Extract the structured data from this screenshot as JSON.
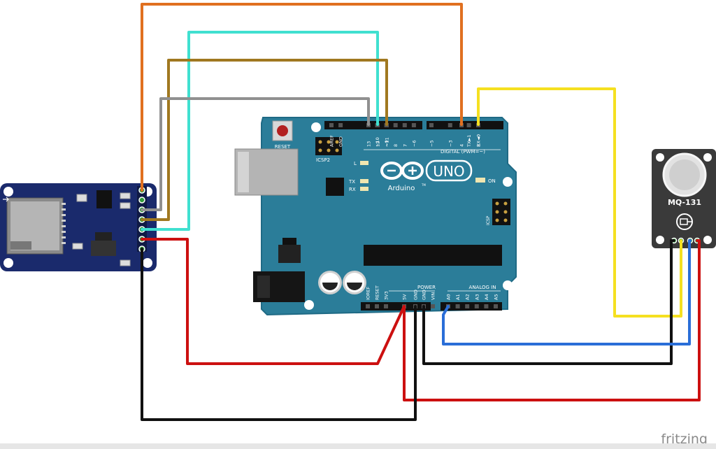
{
  "colors": {
    "board": "#2b7d99",
    "board_edge": "#1f6a85",
    "sd_module": "#1a2a6c",
    "mq_module": "#3a3a3a",
    "wire_orange": "#e07020",
    "wire_cyan": "#40e0d0",
    "wire_brown": "#a07820",
    "wire_gray": "#909090",
    "wire_yellow": "#f5e020",
    "wire_red": "#cc1010",
    "wire_black": "#111111",
    "wire_blue": "#2a6ed8"
  },
  "arduino": {
    "reset": "RESET",
    "icsp2": "ICSP2",
    "icsp": "ICSP",
    "uno": "UNO",
    "brand": "Arduino",
    "tm": "TM",
    "led_l": "L",
    "led_tx": "TX",
    "led_rx": "RX",
    "on": "ON",
    "digital": "DIGITAL (PWM=~)",
    "power": "POWER",
    "analog_in": "ANALOG IN",
    "digital_pins": [
      "AREF",
      "GND",
      "13",
      "12",
      "~11",
      "~10",
      "~9",
      "8",
      "7",
      "~6",
      "~5",
      "4",
      "~3",
      "2",
      "TX►1",
      "RX◄0"
    ],
    "power_pins": [
      "IOREF",
      "RESET",
      "3V3",
      "5V",
      "GND",
      "GND",
      "VIN"
    ],
    "analog_pins": [
      "A0",
      "A1",
      "A2",
      "A3",
      "A4",
      "A5"
    ]
  },
  "sensor": {
    "model": "MQ-131"
  },
  "brand": {
    "fritzing": "fritzing"
  }
}
